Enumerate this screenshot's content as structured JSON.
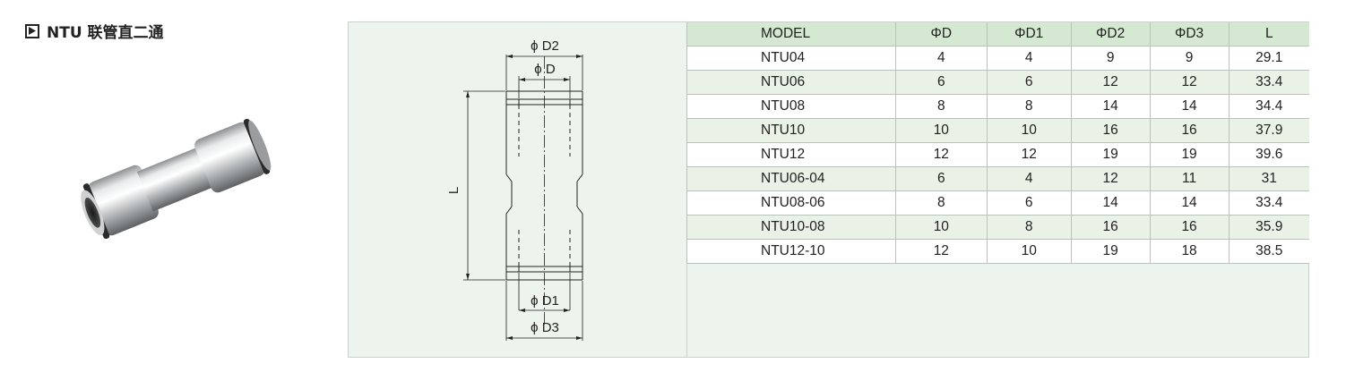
{
  "title": "NTU 联管直二通",
  "icons": {
    "title_marker": "play-icon"
  },
  "drawing": {
    "label_d2": "ϕ D2",
    "label_d": "ϕ D",
    "label_l": "L",
    "label_d1": "ϕ D1",
    "label_d3": "ϕ D3"
  },
  "table": {
    "headers": [
      "MODEL",
      "ΦD",
      "ΦD1",
      "ΦD2",
      "ΦD3",
      "L"
    ],
    "rows": [
      [
        "NTU04",
        "4",
        "4",
        "9",
        "9",
        "29.1"
      ],
      [
        "NTU06",
        "6",
        "6",
        "12",
        "12",
        "33.4"
      ],
      [
        "NTU08",
        "8",
        "8",
        "14",
        "14",
        "34.4"
      ],
      [
        "NTU10",
        "10",
        "10",
        "16",
        "16",
        "37.9"
      ],
      [
        "NTU12",
        "12",
        "12",
        "19",
        "19",
        "39.6"
      ],
      [
        "NTU06-04",
        "6",
        "4",
        "12",
        "11",
        "31"
      ],
      [
        "NTU08-06",
        "8",
        "6",
        "14",
        "14",
        "33.4"
      ],
      [
        "NTU10-08",
        "10",
        "8",
        "16",
        "16",
        "35.9"
      ],
      [
        "NTU12-10",
        "12",
        "10",
        "19",
        "18",
        "38.5"
      ]
    ]
  }
}
